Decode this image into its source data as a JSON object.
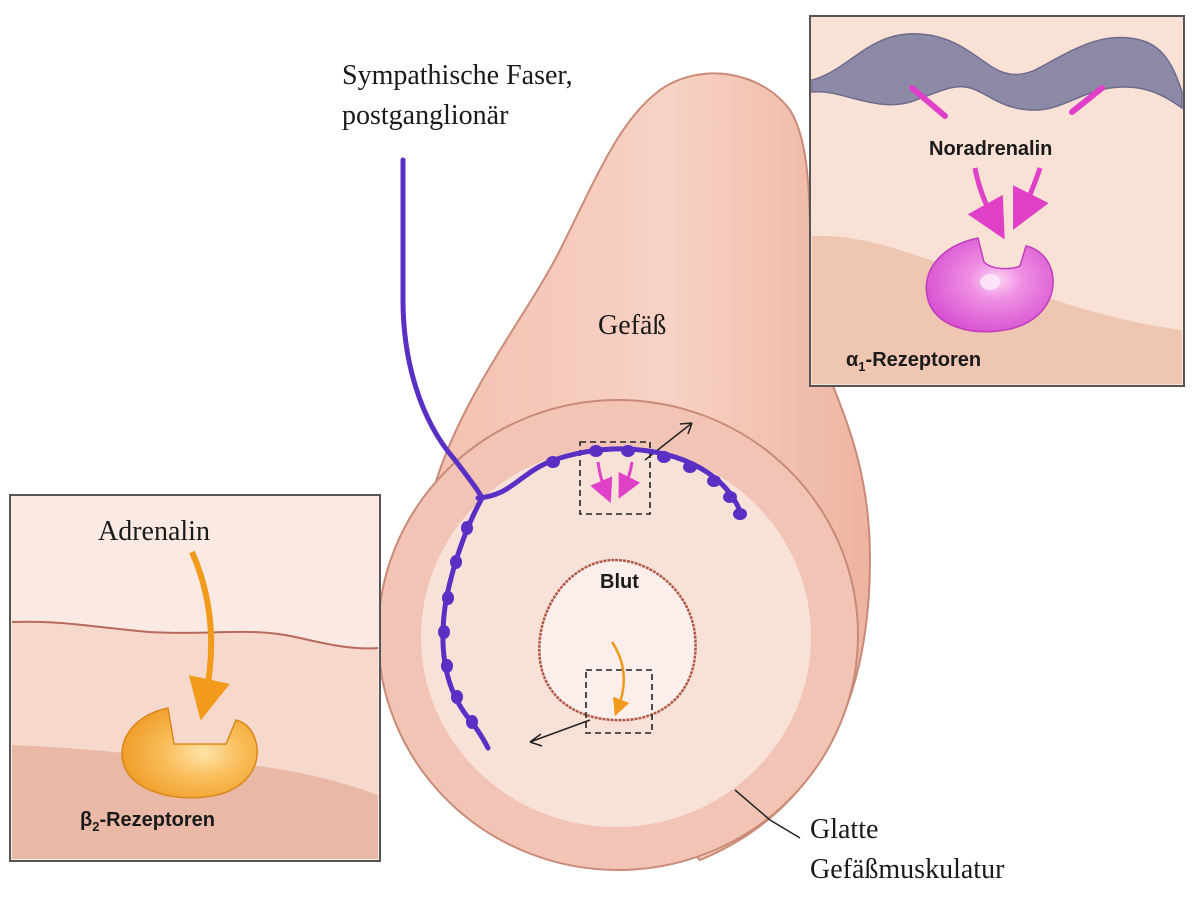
{
  "labels": {
    "fiber_line1": "Sympathische Faser,",
    "fiber_line2": "postganglionär",
    "vessel": "Gefäß",
    "blood": "Blut",
    "muscle_line1": "Glatte",
    "muscle_line2": "Gefäßmuskulatur"
  },
  "alpha_inset": {
    "transmitter": "Noradrenalin",
    "receptor_symbol": "α",
    "receptor_sub": "1",
    "receptor_text": "-Rezeptoren"
  },
  "beta_inset": {
    "transmitter": "Adrenalin",
    "receptor_symbol": "β",
    "receptor_sub": "2",
    "receptor_text": "-Rezeptoren"
  },
  "colors": {
    "vessel_outer": "#f0b9a8",
    "vessel_ring": "#f6d3c5",
    "vessel_inner": "#f9e4da",
    "lumen": "#fbeeea",
    "nerve": "#5a2fc4",
    "noradrenalin": "#e040c8",
    "adrenalin": "#f29a1a",
    "alpha_receptor": "#d95ad4",
    "beta_receptor": "#f1a53a",
    "nerve_terminal": "#8d8aa8"
  }
}
